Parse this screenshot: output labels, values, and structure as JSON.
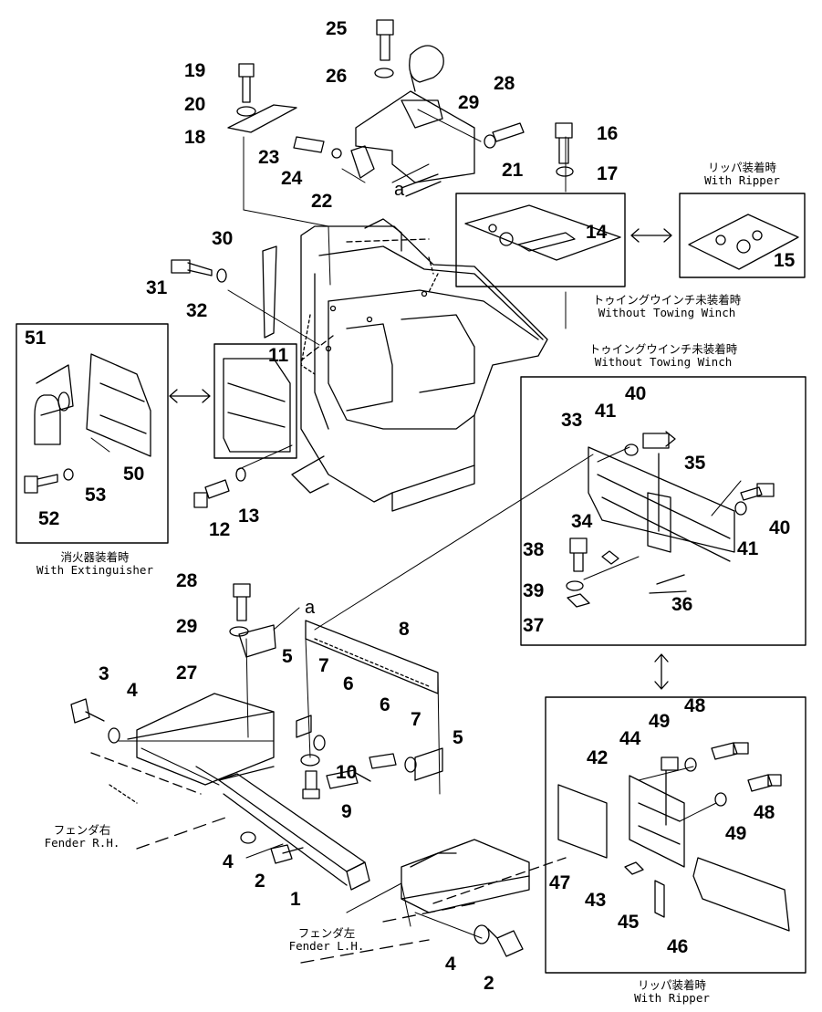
{
  "captions": {
    "with_ripper_top_jp": "リッパ装着時",
    "with_ripper_top_en": "With Ripper",
    "without_towing_1_jp": "トゥイングウインチ未装着時",
    "without_towing_1_en": "Without Towing Winch",
    "without_towing_2_jp": "トゥイングウインチ未装着時",
    "without_towing_2_en": "Without Towing Winch",
    "with_extinguisher_jp": "消火器装着時",
    "with_extinguisher_en": "With Extinguisher",
    "fender_rh_jp": "フェンダ右",
    "fender_rh_en": "Fender R.H.",
    "fender_lh_jp": "フェンダ左",
    "fender_lh_en": "Fender L.H.",
    "with_ripper_bottom_jp": "リッパ装着時",
    "with_ripper_bottom_en": "With Ripper"
  },
  "marks": {
    "a_upper": "a",
    "a_lower": "a"
  },
  "part_numbers": {
    "p25": "25",
    "p26": "26",
    "p19": "19",
    "p20": "20",
    "p18": "18",
    "p28a": "28",
    "p29a": "29",
    "p23": "23",
    "p24": "24",
    "p22": "22",
    "p21": "21",
    "p16": "16",
    "p17": "17",
    "p14": "14",
    "p15": "15",
    "p30": "30",
    "p31": "31",
    "p32": "32",
    "p51": "51",
    "p11": "11",
    "p50": "50",
    "p52": "52",
    "p53": "53",
    "p12": "12",
    "p13": "13",
    "p33": "33",
    "p41a": "41",
    "p40a": "40",
    "p35": "35",
    "p40b": "40",
    "p41b": "41",
    "p34": "34",
    "p38": "38",
    "p39": "39",
    "p36": "36",
    "p37": "37",
    "p28b": "28",
    "p29b": "29",
    "p27": "27",
    "p8": "8",
    "p3": "3",
    "p4a": "4",
    "p5a": "5",
    "p7a": "7",
    "p6a": "6",
    "p6b": "6",
    "p7b": "7",
    "p5b": "5",
    "p10": "10",
    "p9": "9",
    "p4b": "4",
    "p2a": "2",
    "p1": "1",
    "p4c": "4",
    "p2b": "2",
    "p48a": "48",
    "p49a": "49",
    "p44": "44",
    "p42": "42",
    "p49b": "49",
    "p48b": "48",
    "p47": "47",
    "p43": "43",
    "p45": "45",
    "p46": "46"
  }
}
